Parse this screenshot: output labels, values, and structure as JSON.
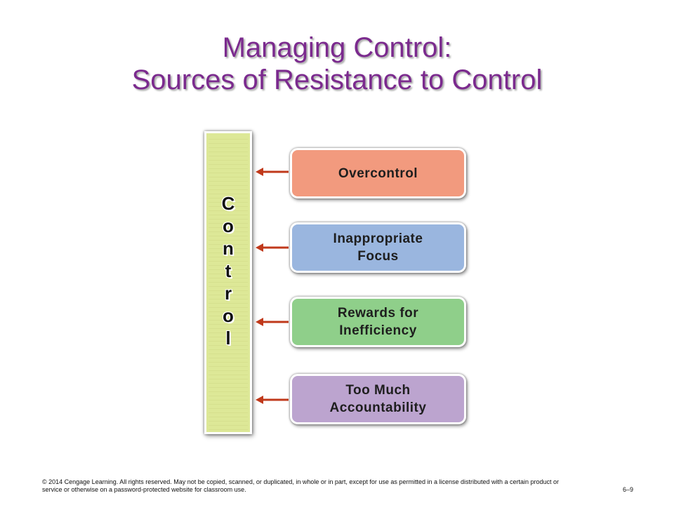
{
  "slide": {
    "title_line1": "Managing Control:",
    "title_line2": "Sources of Resistance to Control"
  },
  "control": {
    "letters": [
      "C",
      "o",
      "n",
      "t",
      "r",
      "o",
      "l"
    ]
  },
  "sources": [
    {
      "label": "Overcontrol",
      "color": "#f29a7e"
    },
    {
      "label": "Inappropriate\nFocus",
      "color": "#9ab6df"
    },
    {
      "label": "Rewards for\nInefficiency",
      "color": "#8fcf8a"
    },
    {
      "label": "Too Much\nAccountability",
      "color": "#bca4cf"
    }
  ],
  "colors": {
    "title": "#7b2a8e",
    "control_bar": "#dde897",
    "arrow": "#c0391b"
  },
  "footer": {
    "copyright": "© 2014 Cengage Learning. All rights reserved. May not be copied, scanned, or duplicated, in whole or in part, except for use as permitted in a license distributed with a certain product or service or otherwise on a password-protected website for classroom use.",
    "page_number": "6–9"
  }
}
